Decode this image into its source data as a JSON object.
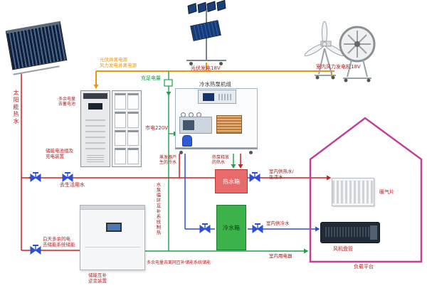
{
  "colors": {
    "hot_pipe": "#cc2020",
    "cold_pipe": "#2c4fd8",
    "power_bus": "#e8960f",
    "aux_line": "#1fa34a",
    "house_outline": "#c23f9e",
    "hot_tank_fill": "#e96a6a",
    "cold_tank_fill": "#3cb24a"
  },
  "labels": {
    "solar_hot_water": "太阳能热水",
    "pv_power": "光伏并离电源",
    "wind_power": "风力发电并离电源",
    "charge_ok": "充足电量",
    "pv_gen": "光伏发电18V",
    "wind_gen": "室内风力发电机18V",
    "heat_pump_unit": "冷水热泵机组",
    "mains": "市电220V",
    "surplus_to_battery": [
      "多余电量",
      "去蓄电池"
    ],
    "battery_cabinet": [
      "储能电池组及",
      "充电装置"
    ],
    "to_domestic_water": "去生活用水",
    "evaporator_cold": [
      "蒸发器产",
      "生的冷水"
    ],
    "heatpump_hot": [
      "热泵释放",
      "的热水"
    ],
    "hot_tank": "热水箱",
    "cold_tank": "冷水箱",
    "pump_cycle": "水泵循环互补系统制热",
    "indoor_hot_water": [
      "室内供热水/",
      "生活水"
    ],
    "indoor_cold_water": "室内供冷水",
    "indoor_appliances": "室内用电器",
    "radiator": "暖气片",
    "fan_coil": "风机盘管",
    "load_platform": "负载平台",
    "daytime_surplus": [
      "白天多余的电",
      "去储能系统储能"
    ],
    "inverter_cabinet": [
      "储能互补",
      "逆变装置"
    ],
    "surplus_offgrid": "多余电量去离网互补储能系统储能"
  }
}
